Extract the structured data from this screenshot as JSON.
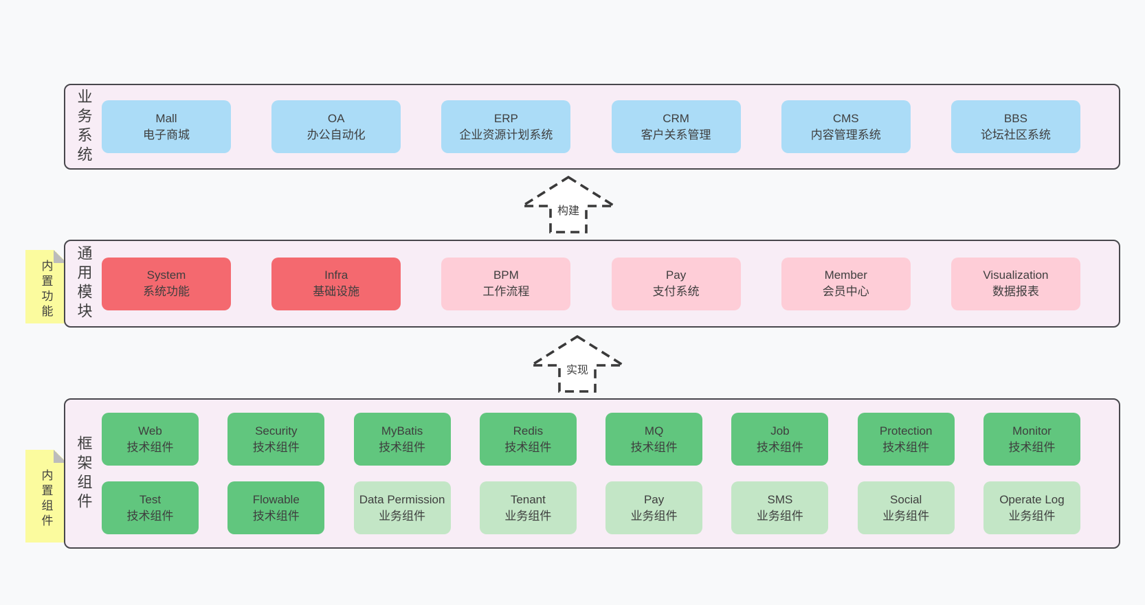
{
  "colors": {
    "page_bg": "#f8f9fa",
    "panel_bg": "#f8edf6",
    "panel_border": "#48474c",
    "blue": "#abdcf7",
    "red": "#f4696f",
    "pink": "#fecdd7",
    "green": "#61c67e",
    "green_light": "#c3e6c6",
    "yellow": "#fbfb9e",
    "fold": "#bcbcbc",
    "text": "#3e3e3e",
    "arrow": "#3a3a3a"
  },
  "arrows": [
    {
      "label": "构建"
    },
    {
      "label": "实现"
    }
  ],
  "sections": [
    {
      "side_label": "业务系统",
      "boxes": [
        {
          "name": "mall",
          "en": "Mall",
          "zh": "电子商城",
          "type": "blue"
        },
        {
          "name": "oa",
          "en": "OA",
          "zh": "办公自动化",
          "type": "blue"
        },
        {
          "name": "erp",
          "en": "ERP",
          "zh": "企业资源计划系统",
          "type": "blue"
        },
        {
          "name": "crm",
          "en": "CRM",
          "zh": "客户关系管理",
          "type": "blue"
        },
        {
          "name": "cms",
          "en": "CMS",
          "zh": "内容管理系统",
          "type": "blue"
        },
        {
          "name": "bbs",
          "en": "BBS",
          "zh": "论坛社区系统",
          "type": "blue"
        }
      ]
    },
    {
      "side_label": "通用模块",
      "sticky": "内置功能",
      "boxes": [
        {
          "name": "system",
          "en": "System",
          "zh": "系统功能",
          "type": "red"
        },
        {
          "name": "infra",
          "en": "Infra",
          "zh": "基础设施",
          "type": "red"
        },
        {
          "name": "bpm",
          "en": "BPM",
          "zh": "工作流程",
          "type": "pink"
        },
        {
          "name": "pay",
          "en": "Pay",
          "zh": "支付系统",
          "type": "pink"
        },
        {
          "name": "member",
          "en": "Member",
          "zh": "会员中心",
          "type": "pink"
        },
        {
          "name": "visualization",
          "en": "Visualization",
          "zh": "数据报表",
          "type": "pink"
        }
      ]
    },
    {
      "side_label": "框架组件",
      "sticky": "内置组件",
      "rows": [
        [
          {
            "name": "web",
            "en": "Web",
            "zh": "技术组件",
            "type": "green"
          },
          {
            "name": "security",
            "en": "Security",
            "zh": "技术组件",
            "type": "green"
          },
          {
            "name": "mybatis",
            "en": "MyBatis",
            "zh": "技术组件",
            "type": "green"
          },
          {
            "name": "redis",
            "en": "Redis",
            "zh": "技术组件",
            "type": "green"
          },
          {
            "name": "mq",
            "en": "MQ",
            "zh": "技术组件",
            "type": "green"
          },
          {
            "name": "job",
            "en": "Job",
            "zh": "技术组件",
            "type": "green"
          },
          {
            "name": "protection",
            "en": "Protection",
            "zh": "技术组件",
            "type": "green"
          },
          {
            "name": "monitor",
            "en": "Monitor",
            "zh": "技术组件",
            "type": "green"
          }
        ],
        [
          {
            "name": "test",
            "en": "Test",
            "zh": "技术组件",
            "type": "green"
          },
          {
            "name": "flowable",
            "en": "Flowable",
            "zh": "技术组件",
            "type": "green"
          },
          {
            "name": "data-permission",
            "en": "Data Permission",
            "zh": "业务组件",
            "type": "green-light"
          },
          {
            "name": "tenant",
            "en": "Tenant",
            "zh": "业务组件",
            "type": "green-light"
          },
          {
            "name": "pay-component",
            "en": "Pay",
            "zh": "业务组件",
            "type": "green-light"
          },
          {
            "name": "sms",
            "en": "SMS",
            "zh": "业务组件",
            "type": "green-light"
          },
          {
            "name": "social",
            "en": "Social",
            "zh": "业务组件",
            "type": "green-light"
          },
          {
            "name": "operate-log",
            "en": "Operate Log",
            "zh": "业务组件",
            "type": "green-light"
          }
        ]
      ]
    }
  ]
}
